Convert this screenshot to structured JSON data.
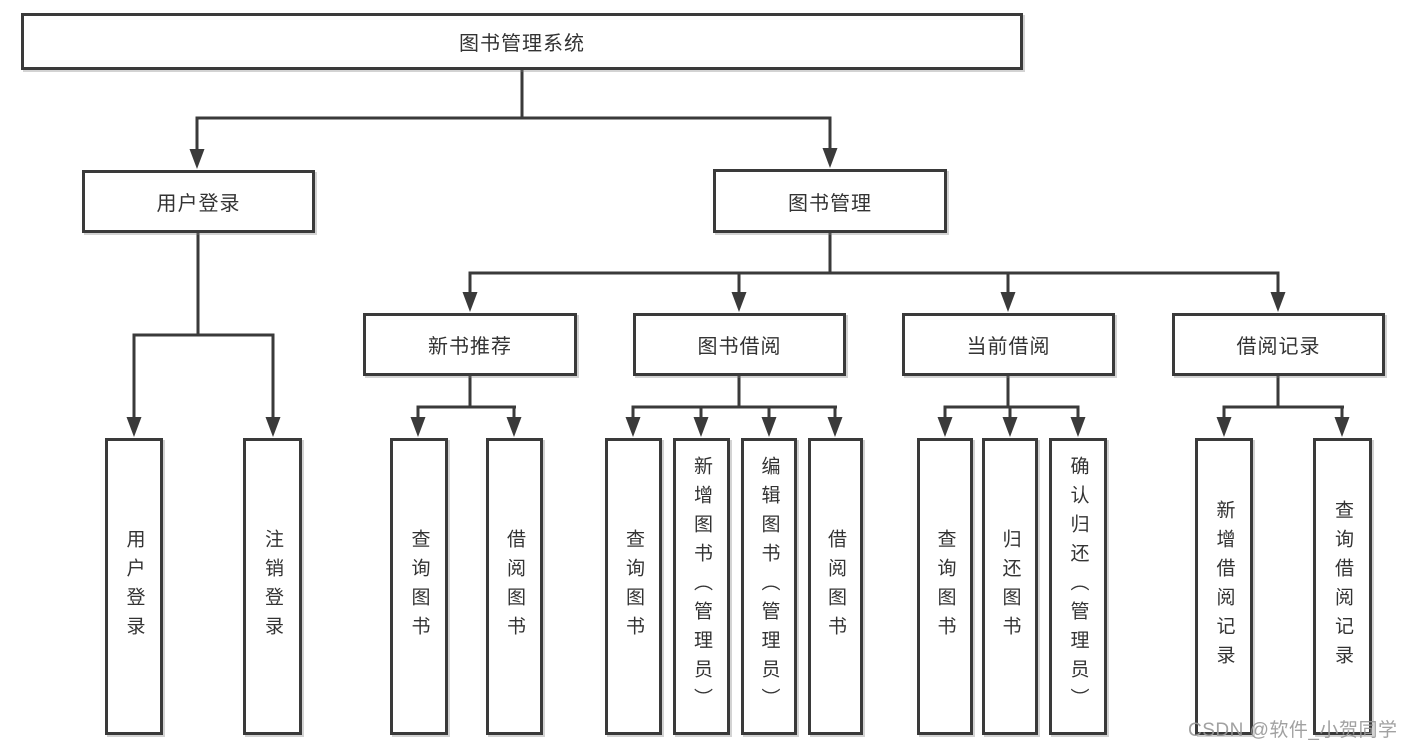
{
  "diagram": {
    "type": "hierarchy-tree",
    "colors": {
      "line": "#3a3a3a",
      "box_border": "#3a3a3a",
      "box_background": "#ffffff",
      "text": "#333333",
      "watermark": "#999999"
    },
    "nodes": {
      "root": "图书管理系统",
      "user_login": "用户登录",
      "book_mgmt": "图书管理",
      "new_books": "新书推荐",
      "book_borrow": "图书借阅",
      "current_borrow": "当前借阅",
      "borrow_records": "借阅记录",
      "leaf_user_login": "用户登录",
      "leaf_logout": "注销登录",
      "leaf_nb_query": "查询图书",
      "leaf_nb_borrow": "借阅图书",
      "leaf_bb_query": "查询图书",
      "leaf_bb_add": "新增图书（管理员）",
      "leaf_bb_edit": "编辑图书（管理员）",
      "leaf_bb_borrow": "借阅图书",
      "leaf_cb_query": "查询图书",
      "leaf_cb_return": "归还图书",
      "leaf_cb_confirm": "确认归还（管理员）",
      "leaf_br_add": "新增借阅记录",
      "leaf_br_query": "查询借阅记录"
    },
    "hierarchy": {
      "图书管理系统": {
        "用户登录": [
          "用户登录",
          "注销登录"
        ],
        "图书管理": {
          "新书推荐": [
            "查询图书",
            "借阅图书"
          ],
          "图书借阅": [
            "查询图书",
            "新增图书（管理员）",
            "编辑图书（管理员）",
            "借阅图书"
          ],
          "当前借阅": [
            "查询图书",
            "归还图书",
            "确认归还（管理员）"
          ],
          "借阅记录": [
            "新增借阅记录",
            "查询借阅记录"
          ]
        }
      }
    },
    "watermark": "CSDN @软件_小贺同学"
  }
}
